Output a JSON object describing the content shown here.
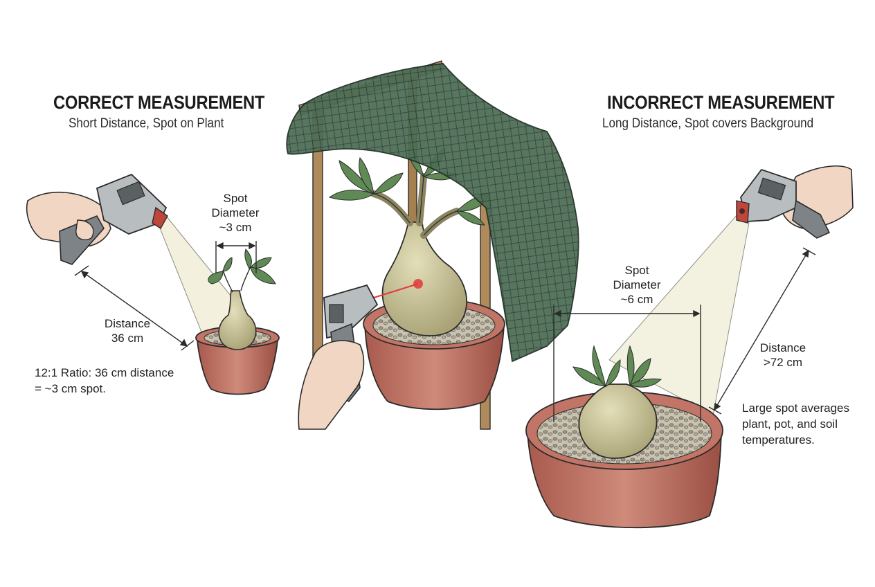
{
  "correct": {
    "title": "CORRECT MEASUREMENT",
    "subtitle": "Short Distance, Spot on Plant",
    "spot_line1": "Spot",
    "spot_line2": "Diameter",
    "spot_line3": "~3 cm",
    "distance_line1": "Distance",
    "distance_line2": "36 cm",
    "ratio_line1": "12:1 Ratio: 36 cm distance",
    "ratio_line2": "= ~3 cm spot."
  },
  "incorrect": {
    "title": "INCORRECT MEASUREMENT",
    "subtitle": "Long Distance, Spot covers Background",
    "spot_line1": "Spot",
    "spot_line2": "Diameter",
    "spot_line3": "~6 cm",
    "distance_line1": "Distance",
    "distance_line2": ">72 cm",
    "note_line1": "Large spot averages",
    "note_line2": "plant, pot, and soil",
    "note_line3": "temperatures."
  },
  "colors": {
    "ink": "#2b2b2b",
    "pot": "#b86a5c",
    "pot_dark": "#8e4a3f",
    "caudex": "#c9c49a",
    "leaf": "#5f8a55",
    "shade_cloth": "#3f5e48",
    "laser": "#e23a3a",
    "thermometer": "#9aa0a3",
    "wood": "#b08a5a",
    "skin": "#f1d6c4",
    "beam": "#f1efd9"
  }
}
